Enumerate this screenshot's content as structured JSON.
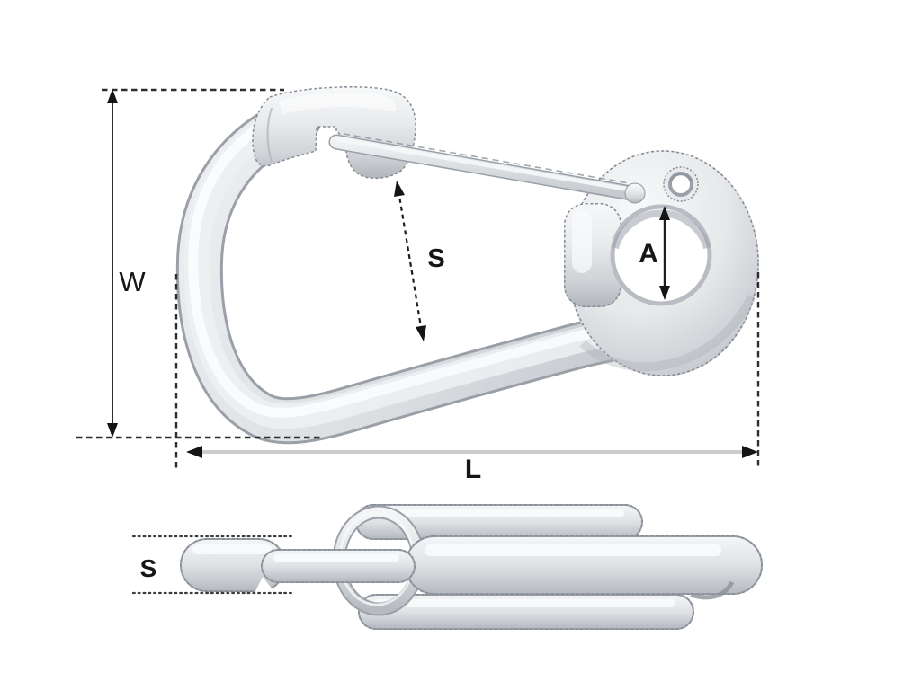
{
  "figure": {
    "background": "#ffffff",
    "annotation_color": "#2e2e2e",
    "dimension_line_gray": "#96999e",
    "metal_base_color": "#e6e8ea",
    "metal_shadow_color": "#9ba0a8",
    "outline_dot_color": "#858b93"
  },
  "labels": {
    "width": "W",
    "length": "L",
    "gate_opening": "S",
    "eye_opening": "A",
    "material_thickness": "S"
  }
}
